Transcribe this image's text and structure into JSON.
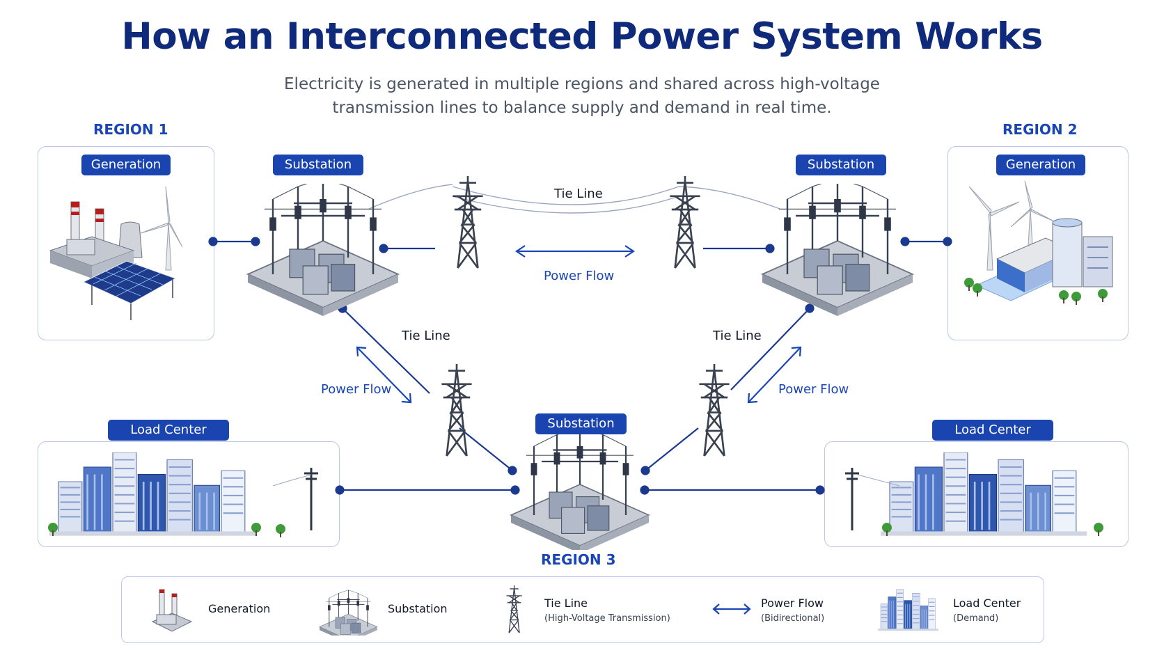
{
  "title": "How an Interconnected Power System Works",
  "subtitle_line1": "Electricity is generated in multiple regions and shared across high-voltage",
  "subtitle_line2": "transmission lines to balance supply and demand in real time.",
  "regions": {
    "region1": "REGION 1",
    "region2": "REGION 2",
    "region3": "REGION 3"
  },
  "tags": {
    "generation_left": "Generation",
    "generation_right": "Generation",
    "substation_left": "Substation",
    "substation_right": "Substation",
    "substation_bottom": "Substation",
    "load_left": "Load Center",
    "load_right": "Load Center"
  },
  "links": {
    "top_tie": "Tie Line",
    "top_flow": "Power Flow",
    "left_tie": "Tie Line",
    "left_flow": "Power Flow",
    "right_tie": "Tie Line",
    "right_flow": "Power Flow"
  },
  "legend": {
    "generation": "Generation",
    "substation": "Substation",
    "tie_line": "Tie Line",
    "tie_line_sub": "(High-Voltage Transmission)",
    "power_flow": "Power Flow",
    "power_flow_sub": "(Bidirectional)",
    "load_center": "Load Center",
    "load_center_sub": "(Demand)"
  },
  "icons": {
    "generation": "power-plant-icon",
    "substation": "substation-icon",
    "tower": "transmission-tower-icon",
    "flow": "bidirectional-arrow-icon",
    "load": "city-buildings-icon"
  },
  "colors": {
    "title": "#0f2a7a",
    "accent": "#1a45b0",
    "line": "#1b3a8f",
    "panel_border": "#b9c8e6"
  }
}
